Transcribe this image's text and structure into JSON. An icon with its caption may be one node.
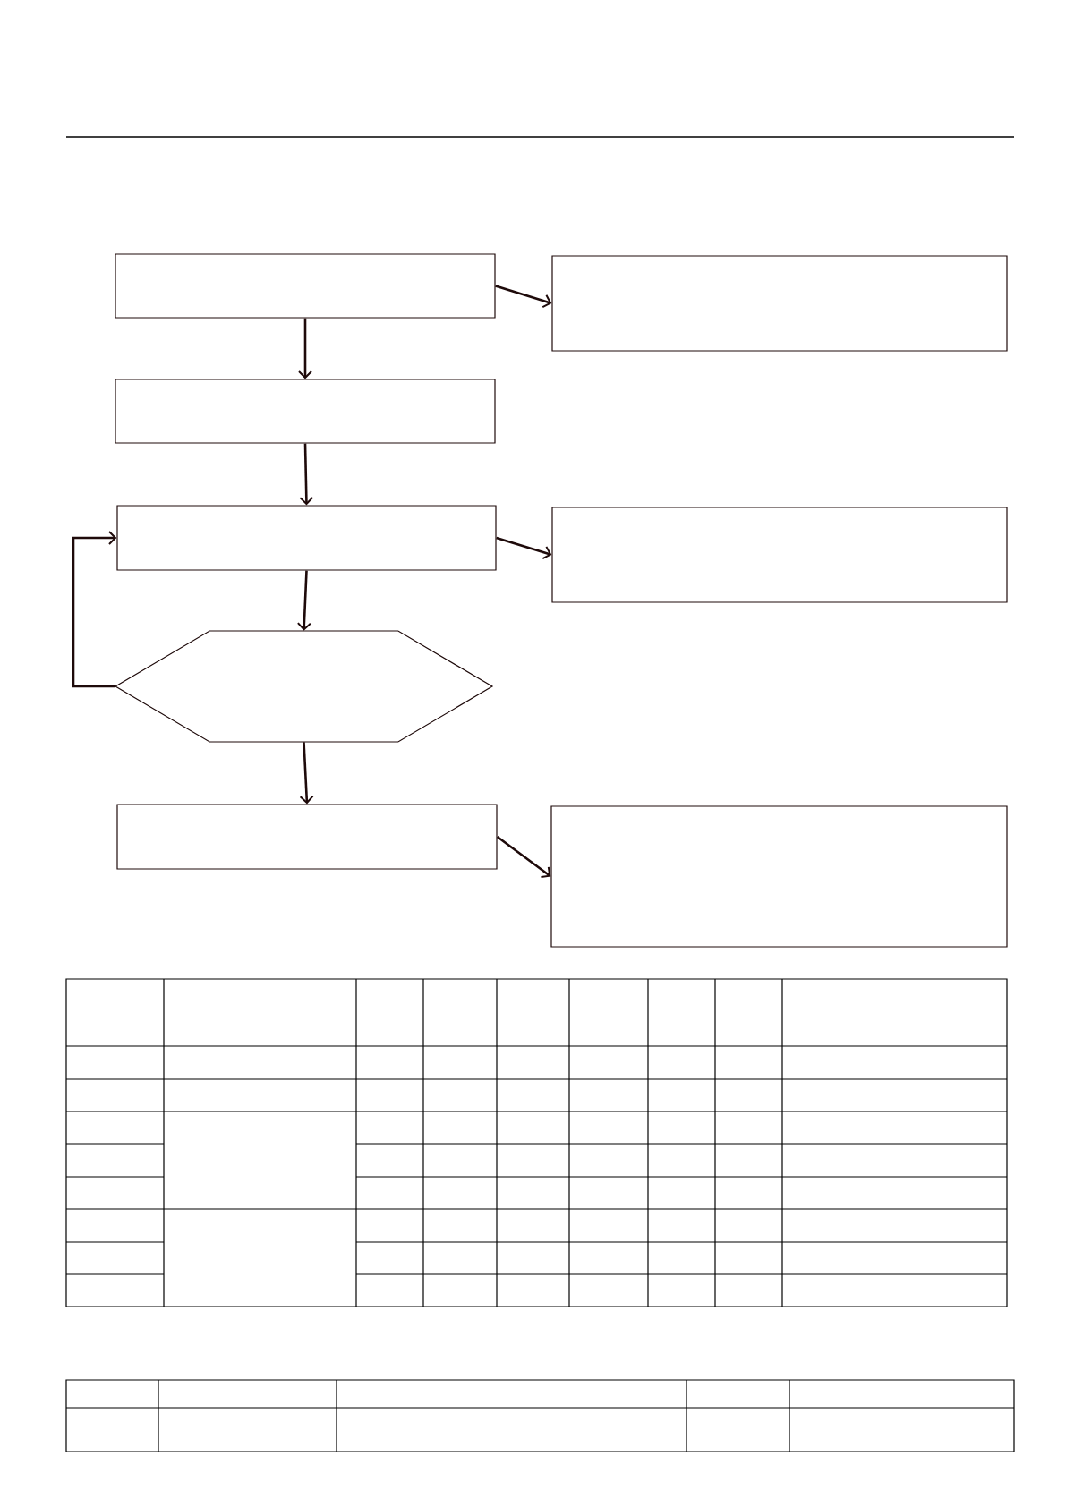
{
  "diagram": {
    "nodes": [
      {
        "text": [],
        "shape": "box"
      },
      {
        "text": [],
        "shape": "box"
      },
      {
        "text": [],
        "shape": "box"
      },
      {
        "text": [],
        "shape": "box"
      },
      {
        "text": [],
        "shape": "box"
      },
      {
        "text": [],
        "shape": "hexagon"
      },
      {
        "text": [],
        "shape": "box"
      },
      {
        "text": [],
        "shape": "box"
      }
    ],
    "edges": [
      {
        "from": 0,
        "to": 1,
        "arrow": "to"
      },
      {
        "from": 0,
        "to": 2,
        "arrow": "to"
      },
      {
        "from": 2,
        "to": 3,
        "arrow": "to"
      },
      {
        "from": 3,
        "to": 4,
        "arrow": "to"
      },
      {
        "from": 3,
        "to": 5,
        "arrow": "to"
      },
      {
        "from": 5,
        "to": 3,
        "arrow": "to"
      },
      {
        "from": 5,
        "to": 6,
        "arrow": "to"
      },
      {
        "from": 6,
        "to": 7,
        "arrow": "to"
      }
    ]
  }
}
